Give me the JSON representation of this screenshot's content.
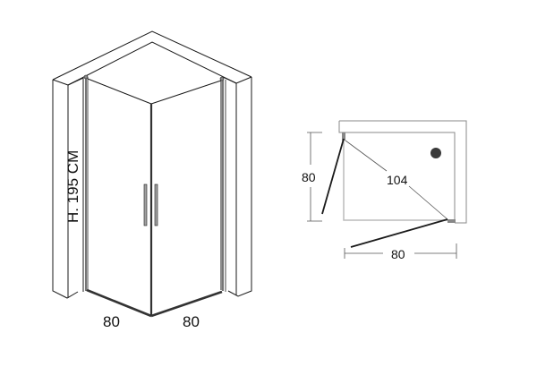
{
  "isometric_view": {
    "height_label": "H. 195 CM",
    "width_left_label": "80",
    "width_right_label": "80"
  },
  "plan_view": {
    "depth_label": "80",
    "width_label": "80",
    "diagonal_label": "104"
  },
  "colors": {
    "line": "#1a1a1a",
    "glass_edge": "#333333",
    "dim_line": "#555555",
    "handle": "#9a9a9a",
    "drain": "#3a3a3a"
  }
}
